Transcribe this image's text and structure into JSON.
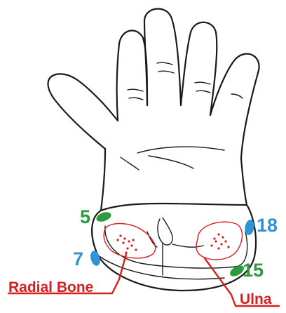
{
  "colors": {
    "green_marker": "#2e9a3e",
    "blue_marker": "#2f93d6",
    "bone_red": "#d81e1e",
    "outline": "#1a1a1a"
  },
  "markers": [
    {
      "id": "m5",
      "number": "5",
      "color": "green"
    },
    {
      "id": "m7",
      "number": "7",
      "color": "blue"
    },
    {
      "id": "m18",
      "number": "18",
      "color": "blue"
    },
    {
      "id": "m15",
      "number": "15",
      "color": "green"
    }
  ],
  "labels": {
    "radial": "Radial Bone",
    "ulna": "Ulna"
  }
}
